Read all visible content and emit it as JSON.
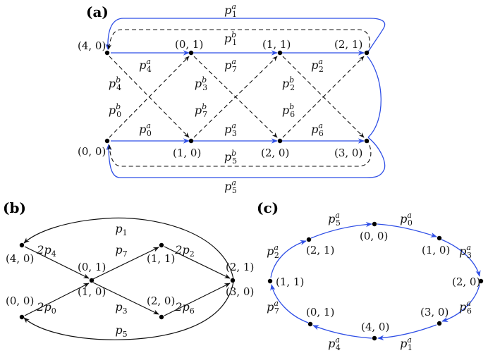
{
  "panels": {
    "a": "(a)",
    "b": "(b)",
    "c": "(c)"
  },
  "colors": {
    "blue_edge": "#2f4fe6",
    "black_edge": "#111111"
  },
  "panel_a": {
    "nodes": [
      "(4, 0)",
      "(0, 1)",
      "(1, 1)",
      "(2, 1)",
      "(0, 0)",
      "(1, 0)",
      "(2, 0)",
      "(3, 0)"
    ],
    "labels": {
      "p1a": [
        "p",
        "1",
        "a"
      ],
      "p1b": [
        "p",
        "1",
        "b"
      ],
      "p4a": [
        "p",
        "4",
        "a"
      ],
      "p7a": [
        "p",
        "7",
        "a"
      ],
      "p2a": [
        "p",
        "2",
        "a"
      ],
      "p4b": [
        "p",
        "4",
        "b"
      ],
      "p3b": [
        "p",
        "3",
        "b"
      ],
      "p2b": [
        "p",
        "2",
        "b"
      ],
      "p0b": [
        "p",
        "0",
        "b"
      ],
      "p7b": [
        "p",
        "7",
        "b"
      ],
      "p6b": [
        "p",
        "6",
        "b"
      ],
      "p0a": [
        "p",
        "0",
        "a"
      ],
      "p3a": [
        "p",
        "3",
        "a"
      ],
      "p6a": [
        "p",
        "6",
        "a"
      ],
      "p5b": [
        "p",
        "5",
        "b"
      ],
      "p5a": [
        "p",
        "5",
        "a"
      ]
    }
  },
  "panel_b": {
    "nodes": [
      "(4, 0)",
      "(0, 1)",
      "(1, 0)",
      "(1, 1)",
      "(2, 1)",
      "(3, 0)",
      "(0, 0)",
      "(2, 0)"
    ],
    "labels": {
      "p1": [
        "p",
        "1"
      ],
      "p5": [
        "p",
        "5"
      ],
      "p7": [
        "p",
        "7"
      ],
      "p3": [
        "p",
        "3"
      ],
      "p4": [
        "2p",
        "4"
      ],
      "p2": [
        "2p",
        "2"
      ],
      "p0": [
        "2p",
        "0"
      ],
      "p6": [
        "2p",
        "6"
      ]
    }
  },
  "panel_c": {
    "nodes": [
      "(0, 0)",
      "(2, 1)",
      "(1, 0)",
      "(1, 1)",
      "(2, 0)",
      "(0, 1)",
      "(3, 0)",
      "(4, 0)"
    ],
    "labels": {
      "p5a": [
        "p",
        "5",
        "a"
      ],
      "p0a": [
        "p",
        "0",
        "a"
      ],
      "p2a": [
        "p",
        "2",
        "a"
      ],
      "p3a": [
        "p",
        "3",
        "a"
      ],
      "p7a": [
        "p",
        "7",
        "a"
      ],
      "p6a": [
        "p",
        "6",
        "a"
      ],
      "p4a": [
        "p",
        "4",
        "a"
      ],
      "p1a": [
        "p",
        "1",
        "a"
      ]
    }
  }
}
